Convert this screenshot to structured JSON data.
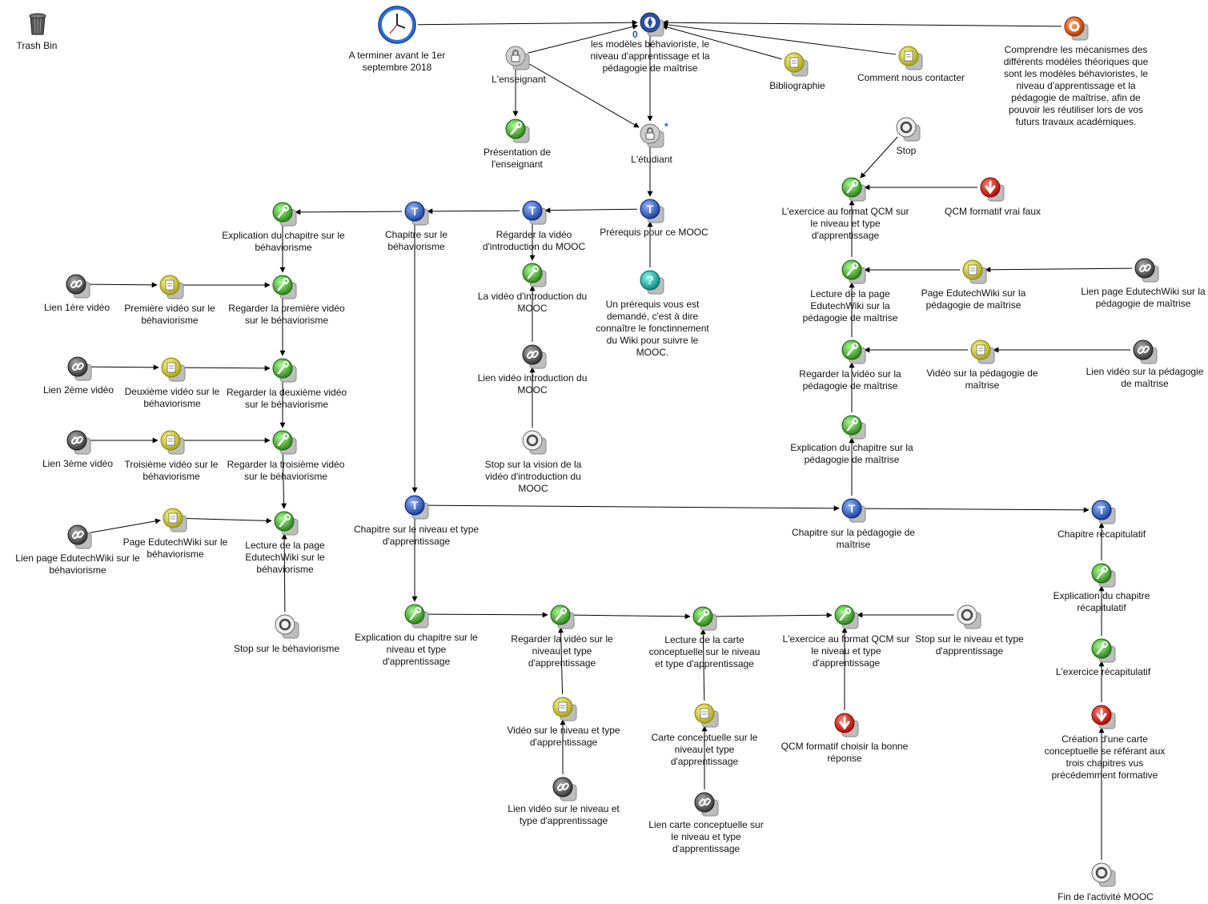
{
  "trash": {
    "label": "Trash Bin",
    "icon": "trash-icon"
  },
  "node_types": {
    "pedagogical": "lock-icon",
    "task": "T-task-icon",
    "activity": "wrench-icon",
    "document": "document-icon",
    "link": "link-chain-icon",
    "stop": "stop-icon",
    "question": "question-icon",
    "evaluation": "evaluation-icon",
    "goal": "goal-icon",
    "deadline": "clock-icon"
  },
  "colors": {
    "task": "#3b5fb8",
    "activity": "#4ea23a",
    "document": "#c8c23a",
    "link": "#555555",
    "evaluation": "#c8281e",
    "goal": "#d8581e",
    "question": "#2aa39a",
    "edge": "#000000"
  },
  "nodes": [
    {
      "id": "deadline",
      "type": "deadline",
      "label": "A terminer avant le 1er septembre 2018"
    },
    {
      "id": "models",
      "type": "models",
      "label": "les modèles béhavioriste, le niveau d'apprentissage et la pédagogie de maîtrise",
      "badge": "0"
    },
    {
      "id": "biblio",
      "type": "document",
      "label": "Bibliographie"
    },
    {
      "id": "contact",
      "type": "document",
      "label": "Comment nous contacter"
    },
    {
      "id": "goal",
      "type": "goal",
      "label": "Comprendre les mécanismes des différents modèles théoriques que sont les modèles béhavioristes, le niveau d'apprentissage et la pédagogie de maîtrise, afin de pouvoir les réutiliser lors de vos futurs travaux académiques."
    },
    {
      "id": "teacher",
      "type": "pedagogical",
      "label": "L'enseignant"
    },
    {
      "id": "teacherpres",
      "type": "activity",
      "label": "Présentation de l'enseignant"
    },
    {
      "id": "student",
      "type": "pedagogical",
      "label": "L'étudiant",
      "badge": "*"
    },
    {
      "id": "prereq",
      "type": "task",
      "label": "Prérequis pour ce MOOC"
    },
    {
      "id": "prereqq",
      "type": "question",
      "label": "Un prérequis vous est demandé, c'est à dire connaître le fonctinnement du Wiki pour suivre le MOOC."
    },
    {
      "id": "introtask",
      "type": "task",
      "label": "Régarder la vidéo d'introduction du MOOC"
    },
    {
      "id": "introvid",
      "type": "activity",
      "label": "La vidéo d'introduction du MOOC"
    },
    {
      "id": "introlink",
      "type": "link",
      "label": "Lien vidéo introduction du MOOC"
    },
    {
      "id": "introstop",
      "type": "stop",
      "label": "Stop sur la vision de la vidéo d'introduction du MOOC"
    },
    {
      "id": "behtask",
      "type": "task",
      "label": "Chapitre sur le béhaviorisme"
    },
    {
      "id": "behexpl",
      "type": "activity",
      "label": "Explication du chapitre sur le béhaviorisme"
    },
    {
      "id": "link1",
      "type": "link",
      "label": "Lien 1ère vidéo"
    },
    {
      "id": "doc1",
      "type": "document",
      "label": "Première vidéo sur le béhaviorisme"
    },
    {
      "id": "act1",
      "type": "activity",
      "label": "Regarder la première vidéo sur le béhaviorisme"
    },
    {
      "id": "link2",
      "type": "link",
      "label": "Lien 2ème vidéo"
    },
    {
      "id": "doc2",
      "type": "document",
      "label": "Deuxième vidéo sur le béhaviorisme"
    },
    {
      "id": "act2",
      "type": "activity",
      "label": "Regarder la deuxième vidéo sur le béhaviorisme"
    },
    {
      "id": "link3",
      "type": "link",
      "label": "Lien 3ème vidéo"
    },
    {
      "id": "doc3",
      "type": "document",
      "label": "Troisième vidéo sur le béhaviorisme"
    },
    {
      "id": "act3",
      "type": "activity",
      "label": "Regarder la troisième vidéo sur le béhaviorisme"
    },
    {
      "id": "link4",
      "type": "link",
      "label": "Lien page EdutechWiki sur le béhaviorisme"
    },
    {
      "id": "doc4",
      "type": "document",
      "label": "Page EdutechWiki sur le béhaviorisme"
    },
    {
      "id": "act4",
      "type": "activity",
      "label": "Lecture de la page EdutechWiki sur le béhaviorisme"
    },
    {
      "id": "behstop",
      "type": "stop",
      "label": "Stop sur le béhaviorisme"
    },
    {
      "id": "niveautask",
      "type": "task",
      "label": "Chapitre sur le niveau et type d'apprentissage"
    },
    {
      "id": "niveauexpl",
      "type": "activity",
      "label": "Explication du chapitre sur le niveau et type d'apprentissage"
    },
    {
      "id": "niveauvidact",
      "type": "activity",
      "label": "Regarder la vidéo sur le niveau et type d'apprentissage"
    },
    {
      "id": "niveauviddoc",
      "type": "document",
      "label": "Vidéo sur le niveau et type d'apprentissage"
    },
    {
      "id": "niveauvidlink",
      "type": "link",
      "label": "Lien vidéo sur le niveau et type d'apprentissage"
    },
    {
      "id": "carteact",
      "type": "activity",
      "label": "Lecture de la carte conceptuelle sur le niveau et type d'apprentissage"
    },
    {
      "id": "cartedoc",
      "type": "document",
      "label": "Carte conceptuelle sur le niveau et type d'apprentissage"
    },
    {
      "id": "cartelink",
      "type": "link",
      "label": "Lien carte conceptuelle sur le niveau et type d'apprentissage"
    },
    {
      "id": "qcmniveauact",
      "type": "activity",
      "label": "L'exercice au format QCM sur le niveau et type d'apprentissage"
    },
    {
      "id": "qcmniveaueval",
      "type": "evaluation",
      "label": "QCM formatif choisir la bonne réponse"
    },
    {
      "id": "niveaustop",
      "type": "stop",
      "label": "Stop sur le niveau et type d'apprentissage"
    },
    {
      "id": "maitrisetask",
      "type": "task",
      "label": "Chapitre sur la pédagogie de maîtrise"
    },
    {
      "id": "maitriseexpl",
      "type": "activity",
      "label": "Explication du chapitre sur la pédagogie de maîtrise"
    },
    {
      "id": "maitrisevidact",
      "type": "activity",
      "label": "Regarder la vidéo sur la pédagogie de maîtrise"
    },
    {
      "id": "maitriseviddoc",
      "type": "document",
      "label": "Vidéo sur la pédagogie de maîtrise"
    },
    {
      "id": "maitrisevidlink",
      "type": "link",
      "label": "Lien vidéo sur la pédagogie de maîtrise"
    },
    {
      "id": "maitrisewikiact",
      "type": "activity",
      "label": "Lecture de la page EdutechWiki sur la pédagogie de maîtrise"
    },
    {
      "id": "maitrisewikidoc",
      "type": "document",
      "label": "Page EdutechWiki sur la pédagogie de maîtrise"
    },
    {
      "id": "maitrisewikilink",
      "type": "link",
      "label": "Lien page EdutechWiki sur la pédagogie de maîtrise"
    },
    {
      "id": "maitriseqcm",
      "type": "activity",
      "label": "L'exercice au format QCM sur le niveau et type d'apprentissage"
    },
    {
      "id": "maitriseqcmeval",
      "type": "evaluation",
      "label": "QCM formatif vrai faux"
    },
    {
      "id": "maitrisestop",
      "type": "stop",
      "label": "Stop"
    },
    {
      "id": "recaptask",
      "type": "task",
      "label": "Chapitre récapitulatif"
    },
    {
      "id": "recapexpl",
      "type": "activity",
      "label": "Explication du chapitre récapitulatif"
    },
    {
      "id": "recapex",
      "type": "activity",
      "label": "L'exercice récapitulatif"
    },
    {
      "id": "recapeval",
      "type": "evaluation",
      "label": "Création d'une carte conceptuelle se référant aux trois chapitres vus précédemment formative"
    },
    {
      "id": "finstop",
      "type": "stop",
      "label": "Fin de l'activité MOOC"
    }
  ],
  "edges": [
    [
      "deadline",
      "models"
    ],
    [
      "biblio",
      "models"
    ],
    [
      "contact",
      "models"
    ],
    [
      "goal",
      "models"
    ],
    [
      "teacher",
      "models"
    ],
    [
      "teacher",
      "teacherpres"
    ],
    [
      "teacher",
      "student"
    ],
    [
      "models",
      "student"
    ],
    [
      "student",
      "prereq"
    ],
    [
      "prereqq",
      "prereq"
    ],
    [
      "prereq",
      "introtask"
    ],
    [
      "introtask",
      "introvid"
    ],
    [
      "introlink",
      "introvid"
    ],
    [
      "introstop",
      "introlink"
    ],
    [
      "introtask",
      "behtask"
    ],
    [
      "behtask",
      "behexpl"
    ],
    [
      "link1",
      "doc1"
    ],
    [
      "doc1",
      "act1"
    ],
    [
      "behexpl",
      "act1"
    ],
    [
      "link2",
      "doc2"
    ],
    [
      "doc2",
      "act2"
    ],
    [
      "act1",
      "act2"
    ],
    [
      "link3",
      "doc3"
    ],
    [
      "doc3",
      "act3"
    ],
    [
      "act2",
      "act3"
    ],
    [
      "link4",
      "doc4"
    ],
    [
      "doc4",
      "act4"
    ],
    [
      "act3",
      "act4"
    ],
    [
      "behstop",
      "act4"
    ],
    [
      "behtask",
      "niveautask"
    ],
    [
      "niveautask",
      "niveauexpl"
    ],
    [
      "niveauexpl",
      "niveauvidact"
    ],
    [
      "niveauviddoc",
      "niveauvidact"
    ],
    [
      "niveauvidlink",
      "niveauviddoc"
    ],
    [
      "niveauvidact",
      "carteact"
    ],
    [
      "cartedoc",
      "carteact"
    ],
    [
      "cartelink",
      "cartedoc"
    ],
    [
      "carteact",
      "qcmniveauact"
    ],
    [
      "qcmniveaueval",
      "qcmniveauact"
    ],
    [
      "niveaustop",
      "qcmniveauact"
    ],
    [
      "niveautask",
      "maitrisetask"
    ],
    [
      "maitrisetask",
      "maitriseexpl"
    ],
    [
      "maitriseexpl",
      "maitrisevidact"
    ],
    [
      "maitriseviddoc",
      "maitrisevidact"
    ],
    [
      "maitrisevidlink",
      "maitriseviddoc"
    ],
    [
      "maitrisevidact",
      "maitrisewikiact"
    ],
    [
      "maitrisewikidoc",
      "maitrisewikiact"
    ],
    [
      "maitrisewikilink",
      "maitrisewikidoc"
    ],
    [
      "maitrisewikiact",
      "maitriseqcm"
    ],
    [
      "maitriseqcmeval",
      "maitriseqcm"
    ],
    [
      "maitrisestop",
      "maitriseqcm"
    ],
    [
      "maitrisetask",
      "recaptask"
    ],
    [
      "recapexpl",
      "recaptask"
    ],
    [
      "recapex",
      "recapexpl"
    ],
    [
      "recapeval",
      "recapex"
    ],
    [
      "finstop",
      "recapeval"
    ]
  ]
}
